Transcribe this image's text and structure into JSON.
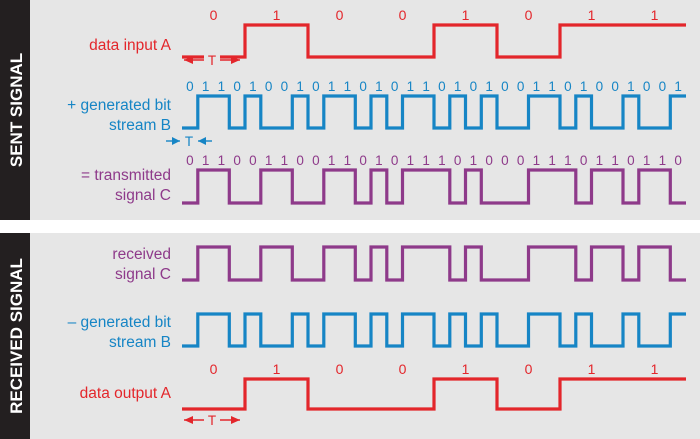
{
  "colors": {
    "data": "#e3262b",
    "prbs": "#1685c5",
    "signal": "#8e3a8a",
    "panel": "#e6e6e6",
    "side_bar": "#231f20"
  },
  "sent": {
    "title": "SENT SIGNAL",
    "data_label": "data input A",
    "prbs_label_1": "+ generated bit",
    "prbs_label_2": "stream B",
    "signal_label_1": "= transmitted",
    "signal_label_2": "signal C",
    "data_bits": [
      0,
      1,
      0,
      0,
      1,
      0,
      1,
      1
    ],
    "data_bits_text": "0 1 0 0 1 0 1 1",
    "prbs_bits": [
      0,
      1,
      1,
      0,
      1,
      0,
      0,
      1,
      0,
      1,
      1,
      0,
      1,
      0,
      1,
      1,
      0,
      1,
      0,
      1,
      0,
      0,
      1,
      1,
      0,
      1,
      0,
      0,
      1,
      0,
      0,
      1
    ],
    "prbs_bits_text": "0 1 1 0 1 0 0 1 0 1 1 0 1 0 1 1 0 1 0 1 0 0 1 1 0 1 0 0 1 0 0 1",
    "signal_bits": [
      0,
      1,
      1,
      0,
      0,
      1,
      1,
      0,
      0,
      1,
      1,
      0,
      1,
      0,
      1,
      1,
      1,
      0,
      1,
      0,
      0,
      0,
      1,
      1,
      1,
      0,
      1,
      1,
      0,
      1,
      1,
      0
    ],
    "signal_bits_text": "0 1 1 0 0 1 1 0 0 1 1 0 1 0 1 1 1 0 1 0 0 0 1 1 1 0 1 1 0 1 1 0",
    "period_symbol": "T",
    "bit_period_symbol": "T"
  },
  "received": {
    "title": "RECEIVED SIGNAL",
    "signal_label_1": "received",
    "signal_label_2": "signal C",
    "prbs_label_1": "– generated bit",
    "prbs_label_2": "stream B",
    "data_label": "data output A",
    "data_bits": [
      0,
      1,
      0,
      0,
      1,
      0,
      1,
      1
    ],
    "data_bits_text": "0 1 0 0 1 0 1 1",
    "period_symbol": "T"
  }
}
